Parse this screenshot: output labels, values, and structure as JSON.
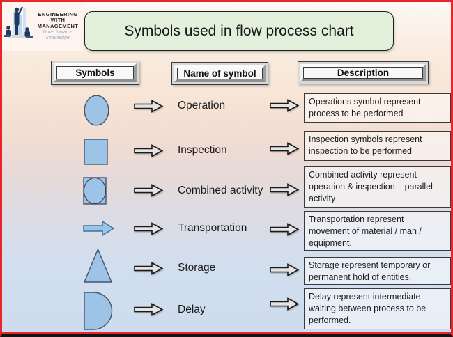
{
  "logo": {
    "line1": "ENGINEERING WITH",
    "line2": "MANAGEMENT",
    "tagline": "Drive towards knowledge"
  },
  "title": "Symbols used in flow process chart",
  "headers": {
    "symbols": "Symbols",
    "name": "Name of symbol",
    "description": "Description"
  },
  "rows": [
    {
      "symbol": "ellipse",
      "name": "Operation",
      "description": "Operations symbol represent process to be performed"
    },
    {
      "symbol": "square",
      "name": "Inspection",
      "description": "Inspection symbols represent inspection to be performed"
    },
    {
      "symbol": "circle-in-square",
      "name": "Combined activity",
      "description": "Combined activity represent operation & inspection – parallel activity"
    },
    {
      "symbol": "block-arrow",
      "name": "Transportation",
      "description": "Transportation represent movement of material / man / equipment."
    },
    {
      "symbol": "triangle",
      "name": "Storage",
      "description": "Storage represent temporary or permanent hold of entities."
    },
    {
      "symbol": "d-shape",
      "name": "Delay",
      "description": "Delay represent intermediate waiting between process to be performed."
    }
  ],
  "colors": {
    "slide_border": "#e8262a",
    "title_bg": "#e2efda",
    "symbol_fill": "#9dc3e6",
    "symbol_stroke": "#41719c",
    "arrow_fill": "#e4e4e4",
    "arrow_stroke": "#1a1a1a"
  }
}
